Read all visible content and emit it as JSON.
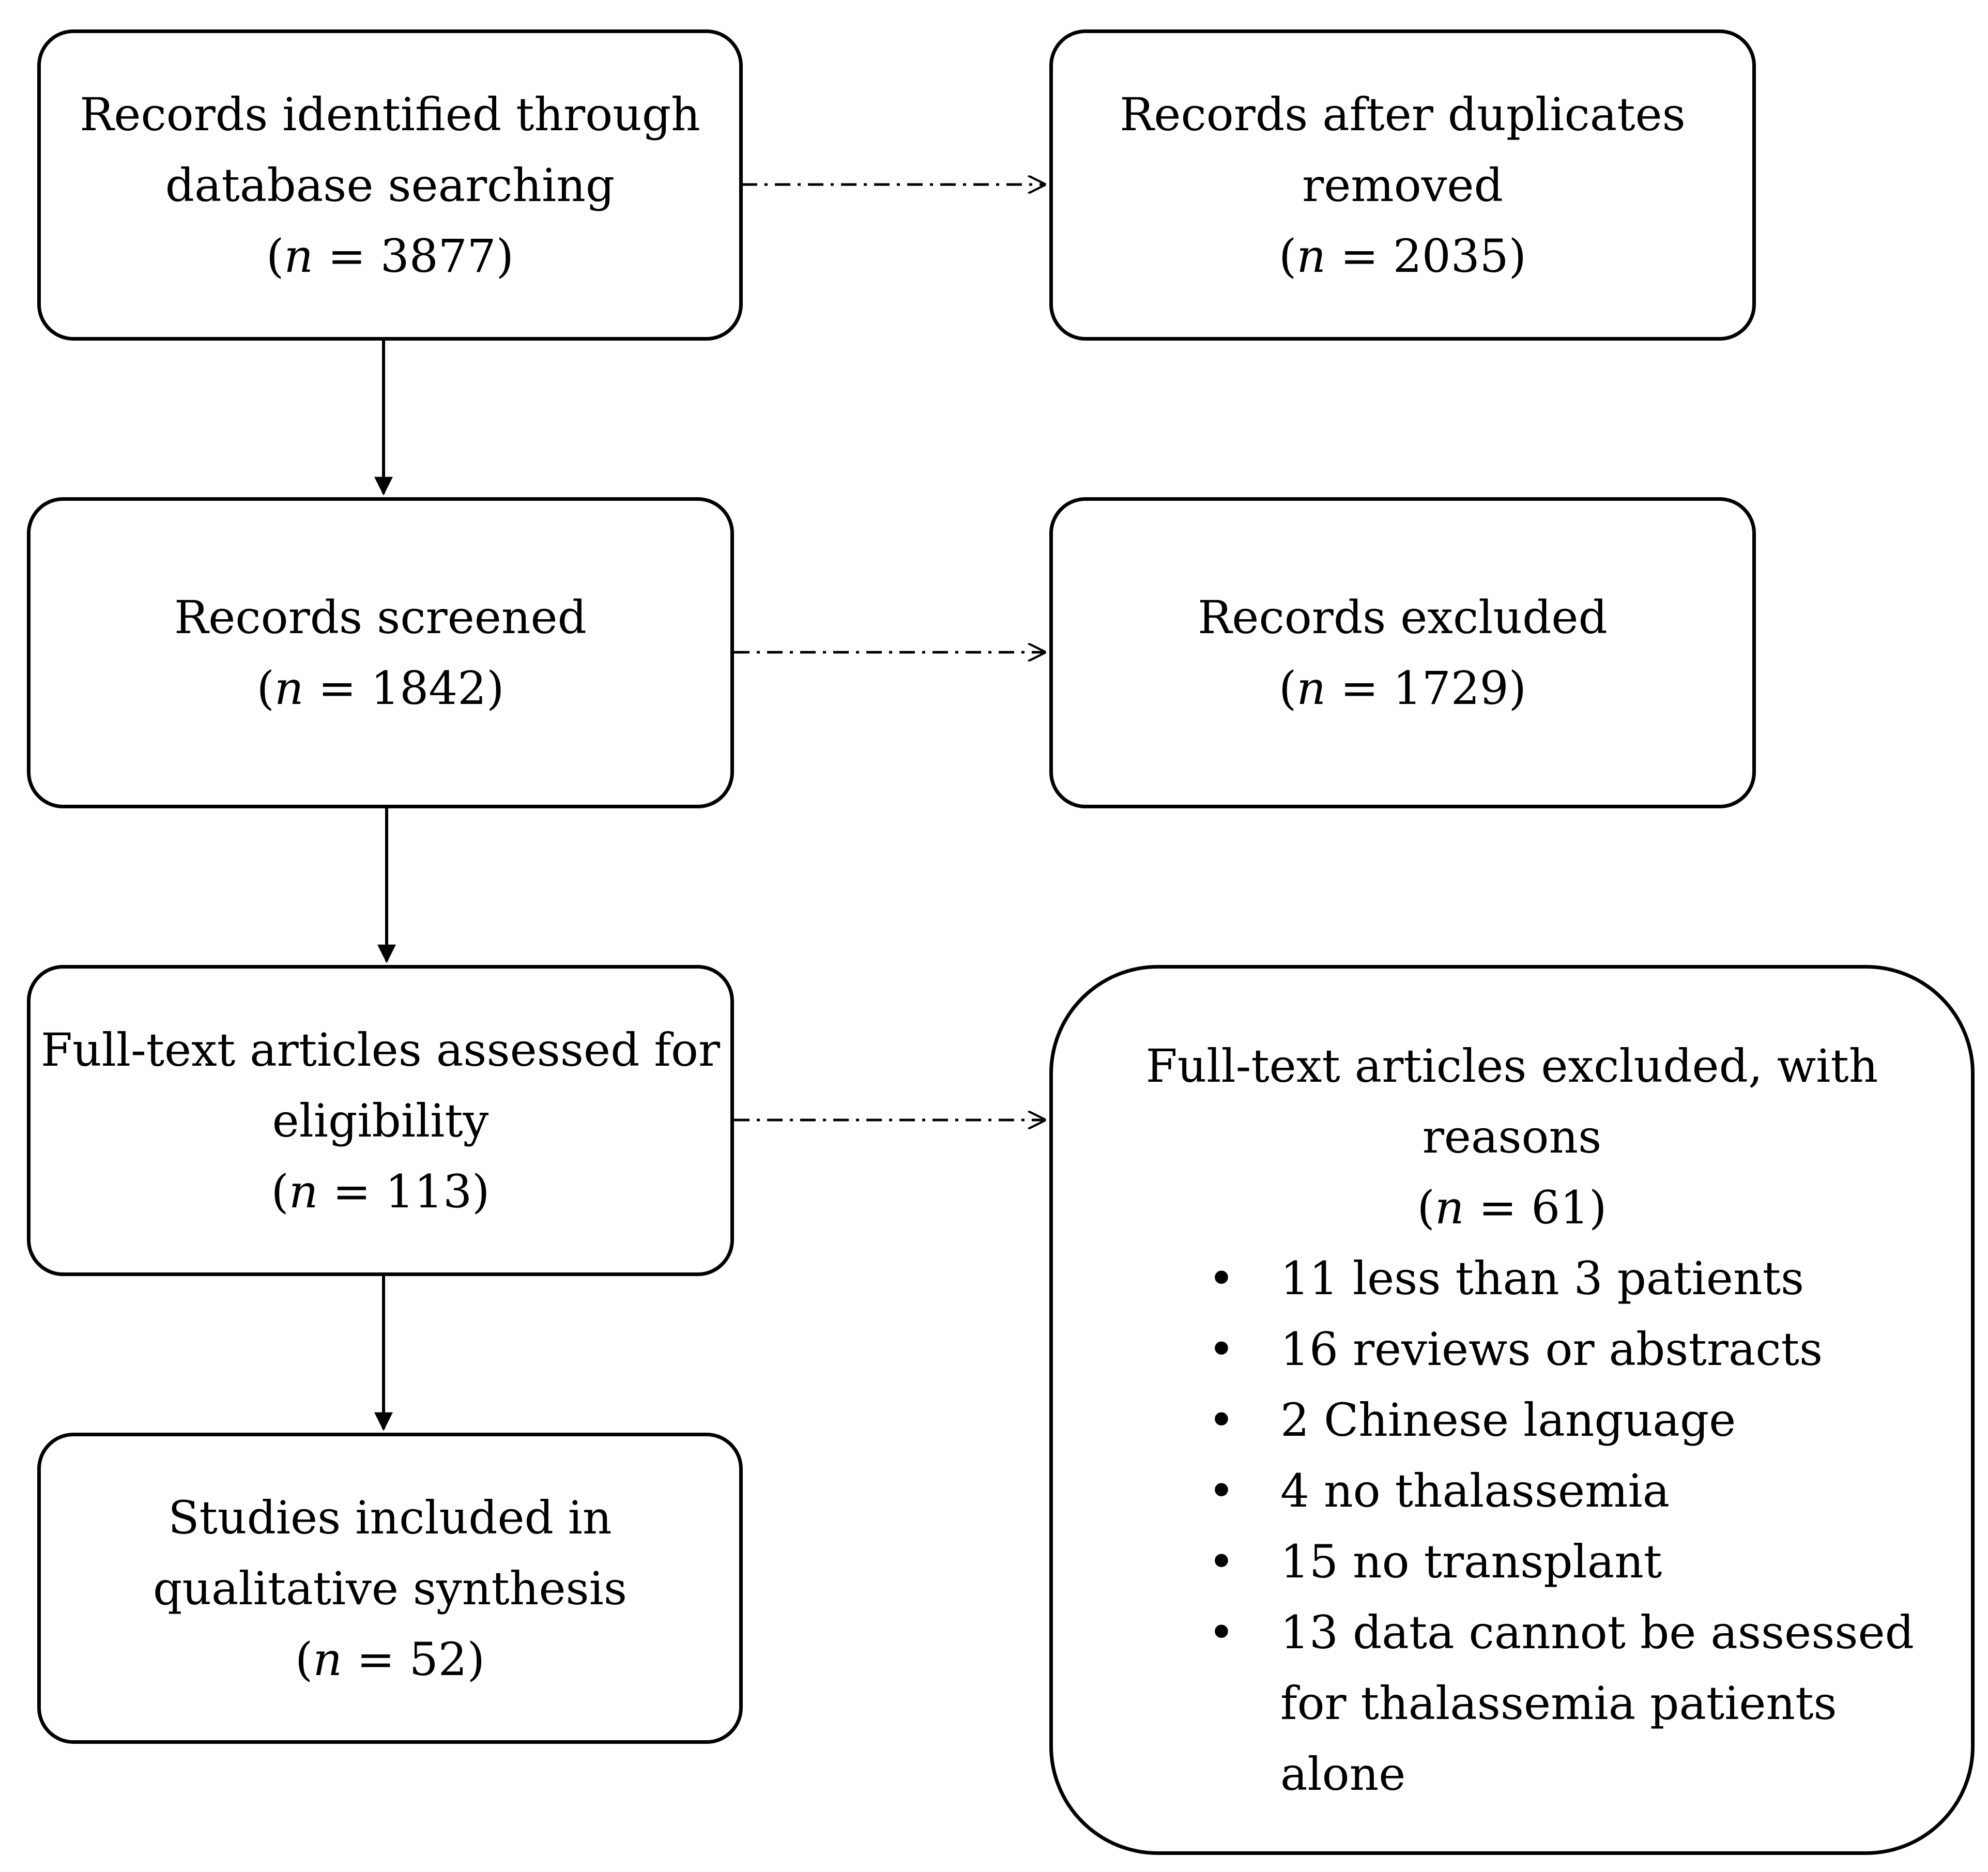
{
  "boxes": {
    "identified": {
      "lines": [
        "Records identified through",
        "database searching"
      ],
      "n_prefix": "(",
      "n_symbol": "n",
      "n_value": " = 3877)"
    },
    "duplicates": {
      "lines": [
        "Records after duplicates",
        "removed"
      ],
      "n_prefix": "(",
      "n_symbol": "n",
      "n_value": " = 2035)"
    },
    "screened": {
      "lines": [
        "Records screened"
      ],
      "n_prefix": "(",
      "n_symbol": "n",
      "n_value": " = 1842)"
    },
    "excluded": {
      "lines": [
        "Records excluded"
      ],
      "n_prefix": "(",
      "n_symbol": "n",
      "n_value": " = 1729)"
    },
    "assessed": {
      "lines": [
        "Full-text articles assessed for",
        "eligibility"
      ],
      "n_prefix": "(",
      "n_symbol": "n",
      "n_value": " = 113)"
    },
    "fulltext_excluded": {
      "lines": [
        "Full-text articles excluded, with",
        "reasons"
      ],
      "n_prefix": "(",
      "n_symbol": "n",
      "n_value": " = 61)",
      "bullet": "•",
      "reasons": [
        "11 less than 3 patients",
        "16 reviews or abstracts",
        "2 Chinese language",
        "4 no thalassemia",
        "15 no transplant",
        "13 data cannot be assessed for thalassemia patients alone"
      ]
    },
    "included": {
      "lines": [
        "Studies included in",
        "qualitative synthesis"
      ],
      "n_prefix": "(",
      "n_symbol": "n",
      "n_value": " = 52)"
    }
  },
  "colors": {
    "stroke": "#000000",
    "background": "#ffffff"
  }
}
